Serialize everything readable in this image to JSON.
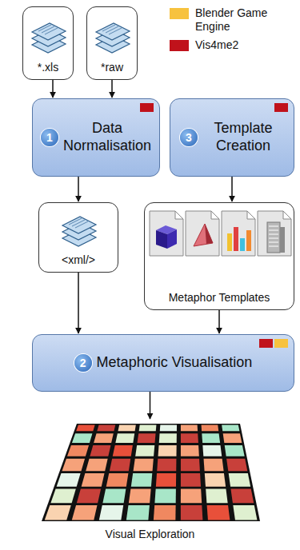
{
  "diagram": {
    "nodes": [
      {
        "text": [
          "*.xls"
        ]
      },
      {
        "text": [
          "*raw"
        ]
      },
      {
        "text": [
          "1",
          "Data Normalisation"
        ]
      },
      {
        "text": [
          "3",
          "Template Creation"
        ]
      },
      {
        "text": [
          "<xml/>"
        ]
      },
      {
        "text": [
          "Metaphor Templates"
        ]
      },
      {
        "text": [
          "2",
          "Metaphoric Visualisation"
        ]
      },
      {
        "text": [
          "Visual Exploration"
        ]
      }
    ],
    "edges": [
      {
        "from": 0,
        "to": 2,
        "arrow": "to"
      },
      {
        "from": 1,
        "to": 2,
        "arrow": "to"
      },
      {
        "from": 2,
        "to": 4,
        "arrow": "to"
      },
      {
        "from": 3,
        "to": 5,
        "arrow": "to"
      },
      {
        "from": 4,
        "to": 6,
        "arrow": "to"
      },
      {
        "from": 5,
        "to": 6,
        "arrow": "to"
      },
      {
        "from": 6,
        "to": 7,
        "arrow": "to"
      }
    ],
    "legend": [
      {
        "text": "Blender Game Engine",
        "color": "#f7c23e"
      },
      {
        "text": "Vis4me2",
        "color": "#c0121b"
      }
    ]
  }
}
